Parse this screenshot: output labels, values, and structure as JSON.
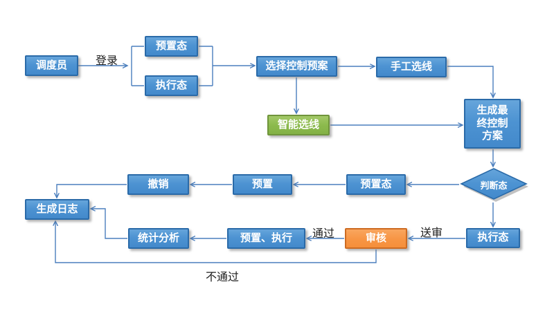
{
  "diagram": {
    "nodes": {
      "dispatcher": {
        "label": "调度员"
      },
      "preset_state_top": {
        "label": "预置态"
      },
      "exec_state_top": {
        "label": "执行态"
      },
      "select_control_plan": {
        "label": "选择控制预案"
      },
      "manual_line_selection": {
        "label": "手工选线"
      },
      "intelligent_line_selection": {
        "label": "智能选线"
      },
      "generate_final_control_scheme": {
        "label": "生成最终控制方案"
      },
      "judge_state": {
        "label": "判断态"
      },
      "preset_state_mid": {
        "label": "预置态"
      },
      "preset": {
        "label": "预置"
      },
      "revoke": {
        "label": "撤销"
      },
      "generate_log": {
        "label": "生成日志"
      },
      "exec_state_bottom": {
        "label": "执行态"
      },
      "review": {
        "label": "审核"
      },
      "preset_execute": {
        "label": "预置、执行"
      },
      "statistical_analysis": {
        "label": "统计分析"
      }
    },
    "edge_labels": {
      "login": "登录",
      "pass": "通过",
      "submit_review": "送审",
      "fail": "不通过"
    },
    "colors": {
      "node_fill": "#4d93d2",
      "node_border": "#2a6aa8",
      "green_fill": "#8cba4d",
      "green_border": "#6f943b",
      "orange_fill": "#f79544",
      "orange_border": "#cd6b22",
      "connector": "#4a7ebd",
      "edge_label_text": "#1c1c1c"
    }
  }
}
